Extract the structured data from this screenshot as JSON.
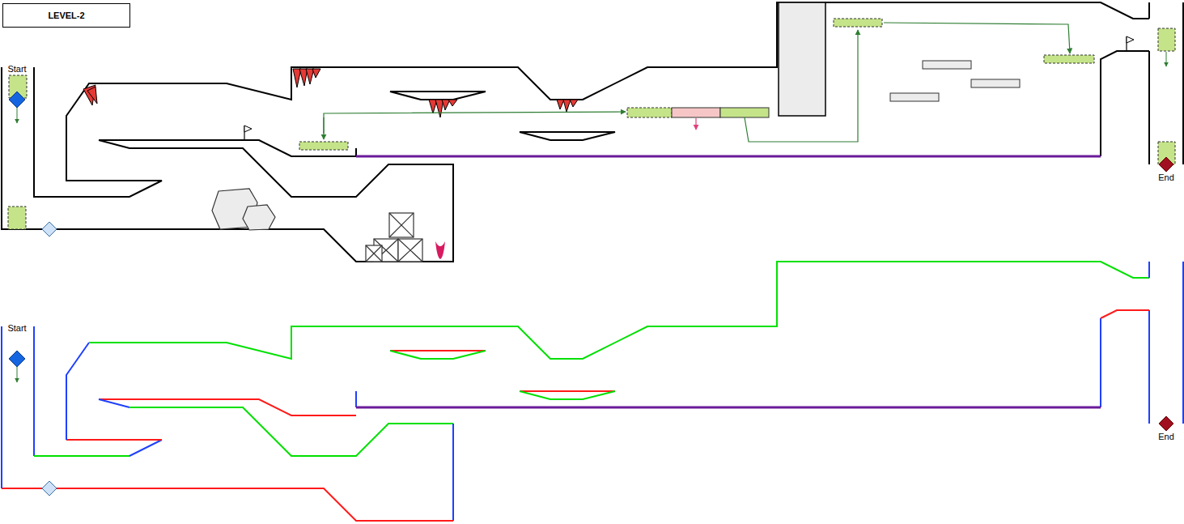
{
  "diagram": {
    "nodes": [
      {
        "text": [
          "LEVEL-2"
        ]
      }
    ],
    "labels": [
      "Start",
      "End",
      "Start",
      "End"
    ]
  }
}
